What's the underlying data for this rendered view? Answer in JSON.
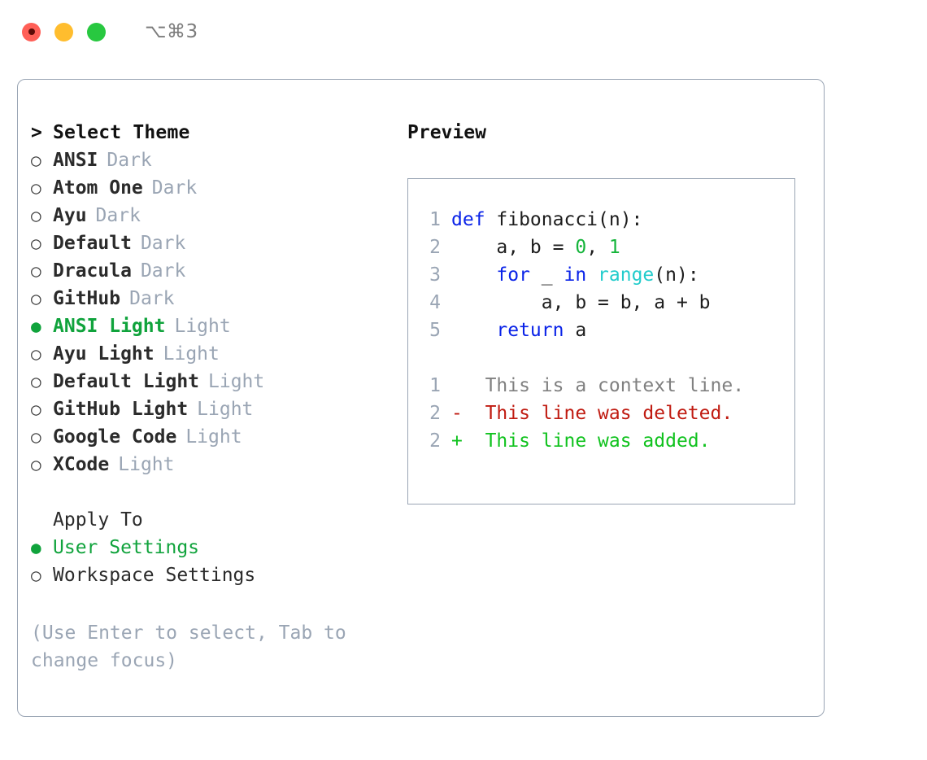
{
  "titlebar": {
    "shortcut": "⌥⌘3",
    "buttons": [
      {
        "name": "close",
        "color": "#ff5f57"
      },
      {
        "name": "minimize",
        "color": "#ffbd2e"
      },
      {
        "name": "zoom",
        "color": "#28c840"
      }
    ]
  },
  "left": {
    "prompt": ">",
    "heading": "Select Theme",
    "themes": [
      {
        "marker": "○",
        "name": "ANSI",
        "kind": "Dark",
        "selected": false
      },
      {
        "marker": "○",
        "name": "Atom One",
        "kind": "Dark",
        "selected": false
      },
      {
        "marker": "○",
        "name": "Ayu",
        "kind": "Dark",
        "selected": false
      },
      {
        "marker": "○",
        "name": "Default",
        "kind": "Dark",
        "selected": false
      },
      {
        "marker": "○",
        "name": "Dracula",
        "kind": "Dark",
        "selected": false
      },
      {
        "marker": "○",
        "name": "GitHub",
        "kind": "Dark",
        "selected": false
      },
      {
        "marker": "●",
        "name": "ANSI Light",
        "kind": "Light",
        "selected": true
      },
      {
        "marker": "○",
        "name": "Ayu Light",
        "kind": "Light",
        "selected": false
      },
      {
        "marker": "○",
        "name": "Default Light",
        "kind": "Light",
        "selected": false
      },
      {
        "marker": "○",
        "name": "GitHub Light",
        "kind": "Light",
        "selected": false
      },
      {
        "marker": "○",
        "name": "Google Code",
        "kind": "Light",
        "selected": false
      },
      {
        "marker": "○",
        "name": "XCode",
        "kind": "Light",
        "selected": false
      }
    ],
    "apply_to": {
      "heading": "Apply To",
      "options": [
        {
          "marker": "●",
          "label": "User Settings",
          "selected": true
        },
        {
          "marker": "○",
          "label": "Workspace Settings",
          "selected": false
        }
      ]
    },
    "hint": "(Use Enter to select, Tab to change focus)"
  },
  "right": {
    "title": "Preview",
    "code_lines": [
      {
        "no": "1",
        "parts": [
          {
            "t": "def",
            "c": "kw"
          },
          {
            "t": " fibonacci(n):",
            "c": "txt"
          }
        ]
      },
      {
        "no": "2",
        "parts": [
          {
            "t": "    a, b = ",
            "c": "txt"
          },
          {
            "t": "0",
            "c": "num"
          },
          {
            "t": ", ",
            "c": "txt"
          },
          {
            "t": "1",
            "c": "num"
          }
        ]
      },
      {
        "no": "3",
        "parts": [
          {
            "t": "    ",
            "c": "txt"
          },
          {
            "t": "for",
            "c": "kw"
          },
          {
            "t": " _ ",
            "c": "txt"
          },
          {
            "t": "in",
            "c": "kw"
          },
          {
            "t": " ",
            "c": "txt"
          },
          {
            "t": "range",
            "c": "bi"
          },
          {
            "t": "(n):",
            "c": "txt"
          }
        ]
      },
      {
        "no": "4",
        "parts": [
          {
            "t": "        a, b = b, a + b",
            "c": "txt"
          }
        ]
      },
      {
        "no": "5",
        "parts": [
          {
            "t": "    ",
            "c": "txt"
          },
          {
            "t": "return",
            "c": "kw"
          },
          {
            "t": " a",
            "c": "txt"
          }
        ]
      }
    ],
    "diff_lines": [
      {
        "no": "1",
        "sign": " ",
        "text": "This is a context line.",
        "kind": "ctx"
      },
      {
        "no": "2",
        "sign": "-",
        "text": "This line was deleted.",
        "kind": "del"
      },
      {
        "no": "2",
        "sign": "+",
        "text": "This line was added.",
        "kind": "add"
      }
    ]
  },
  "colors": {
    "accent_green": "#10a33c",
    "muted": "#9aa5b4",
    "keyword_blue": "#0a23e8",
    "builtin_cyan": "#22cccc",
    "number_green": "#14b43a",
    "diff_delete": "#c01b11",
    "diff_add": "#10c21e",
    "border": "#9aa5b4"
  }
}
